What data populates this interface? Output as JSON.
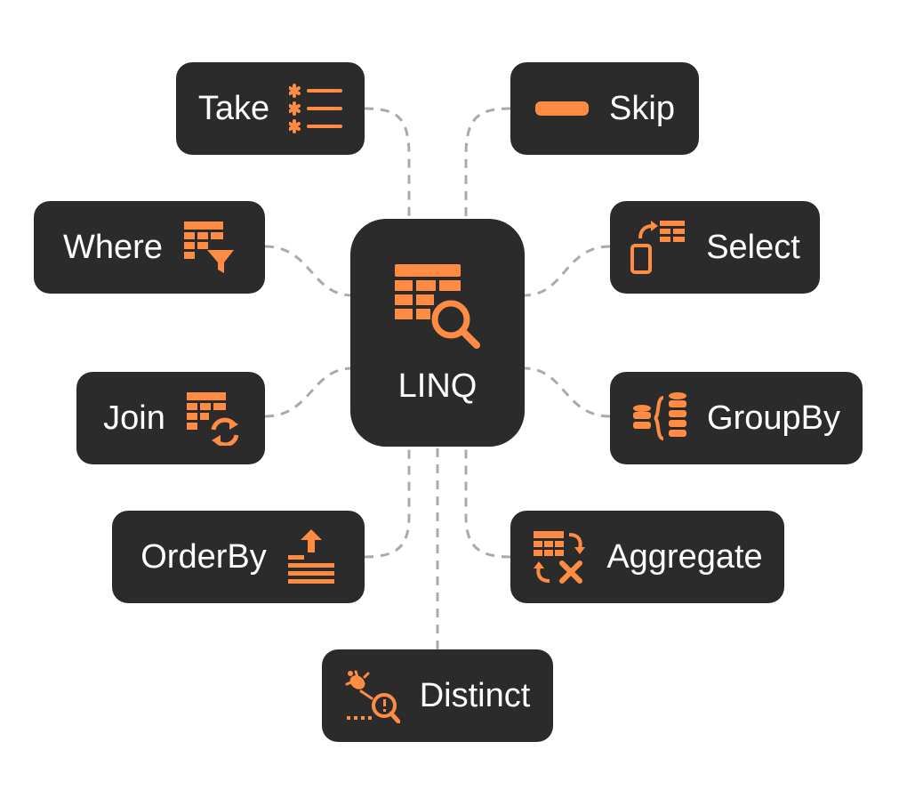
{
  "center": {
    "label": "LINQ",
    "icon": "table-search-icon"
  },
  "accent_color": "#ff8c42",
  "node_color": "#2b2b2b",
  "nodes": {
    "take": {
      "label": "Take",
      "icon": "asterisk-list-icon"
    },
    "skip": {
      "label": "Skip",
      "icon": "bar-icon"
    },
    "where": {
      "label": "Where",
      "icon": "table-filter-icon"
    },
    "select": {
      "label": "Select",
      "icon": "phone-transfer-table-icon"
    },
    "join": {
      "label": "Join",
      "icon": "table-refresh-icon"
    },
    "groupby": {
      "label": "GroupBy",
      "icon": "stacked-databases-icon"
    },
    "orderby": {
      "label": "OrderBy",
      "icon": "sort-ascending-icon"
    },
    "aggregate": {
      "label": "Aggregate",
      "icon": "table-aggregate-icon"
    },
    "distinct": {
      "label": "Distinct",
      "icon": "bug-search-icon"
    }
  }
}
